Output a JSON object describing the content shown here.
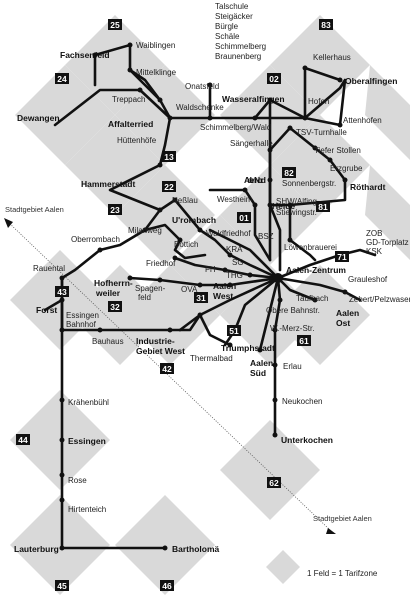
{
  "zones": {
    "z25": "25",
    "z83": "83",
    "z24": "24",
    "z02": "02",
    "z13": "13",
    "z22": "22",
    "z82": "82",
    "z23": "23",
    "z81": "81",
    "z71": "71",
    "z01": "01",
    "z43": "43",
    "z31": "31",
    "z32": "32",
    "z51": "51",
    "z61": "61",
    "z42": "42",
    "z44": "44",
    "z62": "62",
    "z45": "45",
    "z46": "46"
  },
  "places": {
    "fachsenfeld": "Fachsenfeld",
    "waiblingen": "Waiblingen",
    "mittelklinge": "Mittelklinge",
    "onatsfeld": "Onatsfeld",
    "treppach": "Treppach",
    "dewangen": "Dewangen",
    "affalterried": "Affalterried",
    "waldschenke": "Waldschenke",
    "wasseralfingen": "Wasseralfingen",
    "hofen": "Hofen",
    "oberalfingen": "Oberalfingen",
    "kellerhaus": "Kellerhaus",
    "attenhofen": "Attenhofen",
    "talschule": "Talschule",
    "steigaecker": "Steigäcker",
    "buergle": "Bürgle",
    "schaele": "Schäle",
    "schimmelberg": "Schimmelberg",
    "braunenberg": "Braunenberg",
    "schimmelberg_wald": "Schimmelberg/Wald",
    "tsv_turnhalle": "TSV-Turnhalle",
    "huettenhoefe": "Hüttenhöfe",
    "saengerhalle": "Sängerhalle",
    "tiefer_stollen": "Tiefer Stollen",
    "erzgrube": "Erzgrube",
    "hammerstadt": "Hammerstadt",
    "aalen_nord": "Aalen Nord",
    "sonnenbergstr": "Sonnenbergstr.",
    "roethardt": "Röthardt",
    "nesslau": "Neßlau",
    "westheim": "Westheim",
    "shw_alfing": "SHW/Alfing",
    "stiewingstr": "Stiewingstr.",
    "heide": "Heide",
    "stadtgebiet_aalen_top": "Stadtgebiet Aalen",
    "u_rombach": "U'rombach",
    "milanweg": "Milanweg",
    "oberrombach": "Oberrombach",
    "bottich": "Bottich",
    "waldfriedhof": "Waldfriedhof",
    "kra": "KRA",
    "bsz": "BSZ",
    "loewenbrauerei": "Löwenbrauerei",
    "zob": "ZOB",
    "gd_torplatz": "GD-Torplatz",
    "ksk": "KSK",
    "rauental": "Rauental",
    "friedhof": "Friedhof",
    "sg": "SG",
    "fh": "FH",
    "thg": "THG",
    "aalen_zentrum": "Aalen-Zentrum",
    "grauleshof": "Grauleshof",
    "hofherrnweiler_1": "Hofherrn-",
    "hofherrnweiler_2": "weiler",
    "spagenfeld_1": "Spagen-",
    "spagenfeld_2": "feld",
    "ova": "OVA",
    "aalen_west_1": "Aalen",
    "aalen_west_2": "West",
    "taufbach": "Taufbach",
    "zebert": "Zebert/Pelzwasen",
    "aalen_ost_1": "Aalen",
    "aalen_ost_2": "Ost",
    "forst": "Forst",
    "essingen_bahnhof_1": "Essingen",
    "essingen_bahnhof_2": "Bahnhof",
    "obere_bahnstr": "Obere Bahnstr.",
    "w_merz_str": "W.-Merz-Str.",
    "bauhaus": "Bauhaus",
    "industriegebiet_1": "Industrie-",
    "industriegebiet_2": "Gebiet West",
    "triumphstadt": "Triumphstadt",
    "thermalbad": "Thermalbad",
    "aalen_sued_1": "Aalen",
    "aalen_sued_2": "Süd",
    "erlau": "Erlau",
    "neukochen": "Neukochen",
    "kraehenbuehl": "Krähenbühl",
    "essingen": "Essingen",
    "unterkochen": "Unterkochen",
    "rose": "Rose",
    "hirtenteich": "Hirtenteich",
    "stadtgebiet_aalen_bottom": "Stadtgebiet Aalen",
    "lauterburg": "Lauterburg",
    "bartholomae": "Bartholomä"
  },
  "legend": {
    "text": "1 Feld = 1 Tarifzone"
  },
  "colors": {
    "zone_fill": "#d9d9d9",
    "line": "#111111",
    "zone_label_bg": "#111111"
  }
}
